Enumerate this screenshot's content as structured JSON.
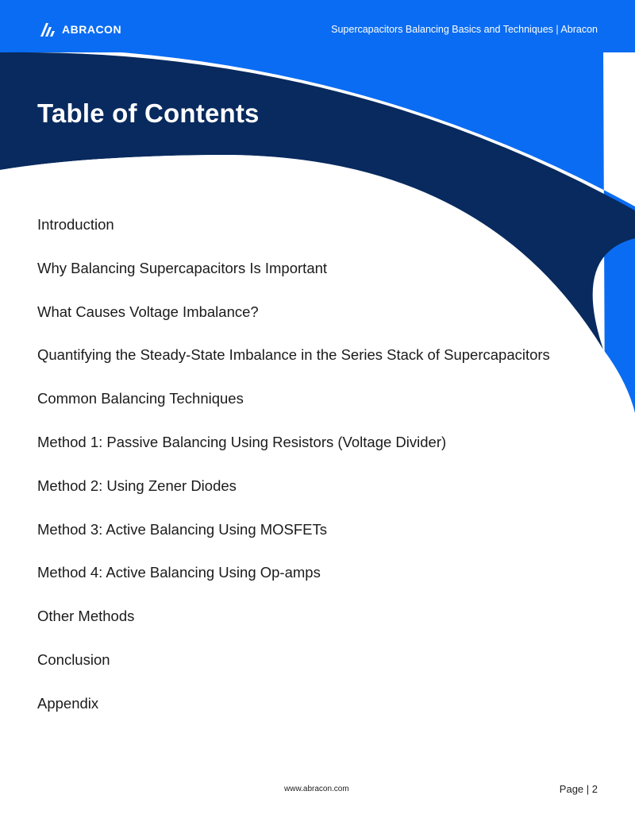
{
  "colors": {
    "bright_blue": "#0a6cf2",
    "navy": "#082a5e",
    "light_blue": "#8cc0f5",
    "text": "#1b1b1b"
  },
  "header": {
    "logo_text": "ABRACON",
    "document_title": "Supercapacitors Balancing Basics and Techniques | Abracon"
  },
  "page_title": "Table of Contents",
  "toc": [
    "Introduction",
    "Why Balancing Supercapacitors Is Important",
    "What Causes Voltage Imbalance?",
    "Quantifying the Steady-State Imbalance in the Series Stack of Supercapacitors",
    "Common Balancing Techniques",
    "Method 1: Passive Balancing Using Resistors (Voltage Divider)",
    "Method 2: Using Zener Diodes",
    "Method 3: Active Balancing Using MOSFETs",
    "Method 4: Active Balancing Using Op-amps",
    "Other Methods",
    "Conclusion",
    "Appendix"
  ],
  "footer": {
    "url": "www.abracon.com",
    "page": "Page | 2"
  }
}
